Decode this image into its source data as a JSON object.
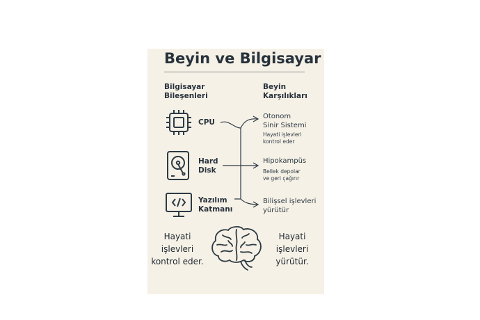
{
  "title": "Beyin ve Bilgisayar",
  "left_header": [
    "Bilgisayar",
    "Bileşenleri"
  ],
  "right_header": [
    "Beyin",
    "Karşılıkları"
  ],
  "components": [
    {
      "label": [
        "CPU"
      ],
      "icon": "cpu-icon"
    },
    {
      "label": [
        "Hard",
        "Disk"
      ],
      "icon": "hard-disk-icon"
    },
    {
      "label": [
        "Yazılım",
        "Katmanı"
      ],
      "icon": "software-monitor-icon"
    }
  ],
  "counterparts": [
    {
      "name": [
        "Otonom",
        "Sinir Sistemi"
      ],
      "desc": [
        "Hayati işlevleri",
        "kontrol eder"
      ]
    },
    {
      "name": [
        "Hipokampüs"
      ],
      "desc": [
        "Bellek depolar",
        "ve geri çağırır"
      ]
    },
    {
      "name": [
        "Bilişsel işlevleri",
        "yürütür"
      ],
      "desc": []
    }
  ],
  "bottom_left": [
    "Hayati",
    "işlevleri",
    "kontrol eder."
  ],
  "bottom_right": [
    "Hayati",
    "işlevleri",
    "yürütür."
  ],
  "brain_icon": "brain-icon",
  "colors": {
    "panel": "#f6f1e6",
    "ink": "#2d3a45"
  }
}
